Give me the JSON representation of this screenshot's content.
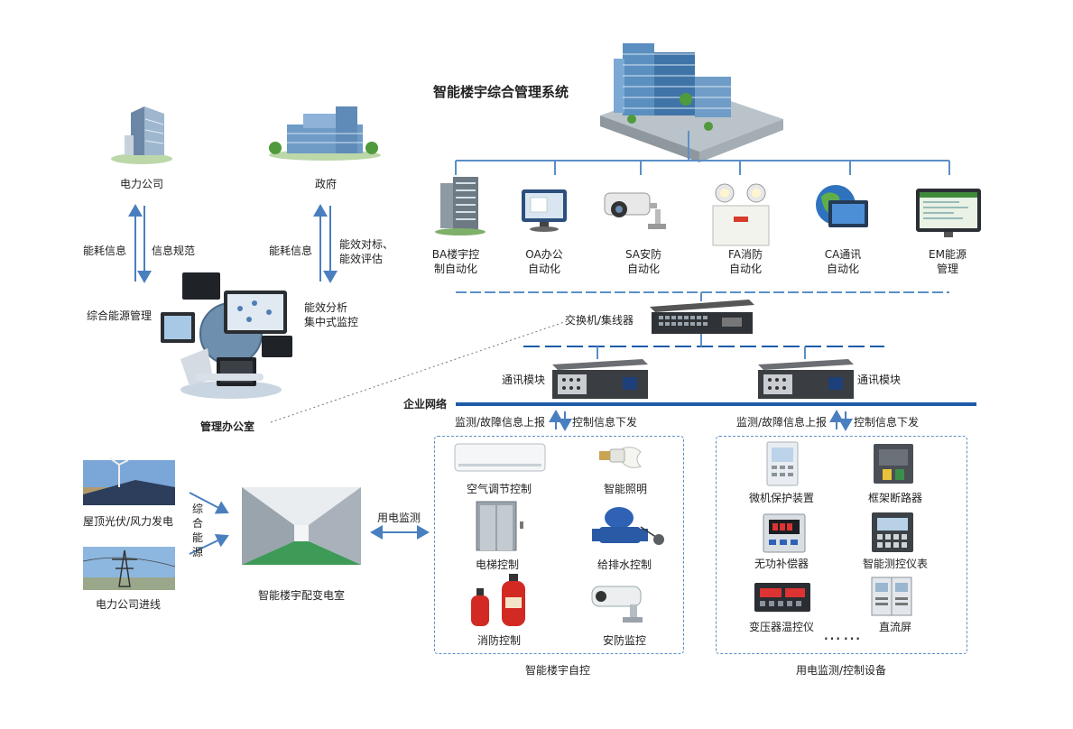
{
  "title": "智能楼宇综合管理系统",
  "top_modules": [
    {
      "icon": "ba-building-icon",
      "label": "BA楼宇控\n制自动化"
    },
    {
      "icon": "oa-monitor-icon",
      "label": "OA办公\n自动化"
    },
    {
      "icon": "sa-camera-icon",
      "label": "SA安防\n自动化"
    },
    {
      "icon": "fa-emergency-light-icon",
      "label": "FA消防\n自动化"
    },
    {
      "icon": "ca-globe-icon",
      "label": "CA通讯\n自动化"
    },
    {
      "icon": "em-screen-icon",
      "label": "EM能源\n管理"
    }
  ],
  "switch_label": "交换机/集线器",
  "comm_module_left": "通讯模块",
  "comm_module_right": "通讯模块",
  "enterprise_network": "企业网络",
  "left_uplink": "监测/故障信息上报",
  "left_downlink": "控制信息下发",
  "right_uplink": "监测/故障信息上报",
  "right_downlink": "控制信息下发",
  "automation_box": {
    "caption": "智能楼宇自控",
    "items": [
      {
        "icon": "air-conditioner-icon",
        "label": "空气调节控制"
      },
      {
        "icon": "light-bulb-icon",
        "label": "智能照明"
      },
      {
        "icon": "elevator-icon",
        "label": "电梯控制"
      },
      {
        "icon": "water-valve-icon",
        "label": "给排水控制"
      },
      {
        "icon": "fire-extinguisher-icon",
        "label": "消防控制"
      },
      {
        "icon": "security-camera-icon",
        "label": "安防监控"
      }
    ]
  },
  "power_box": {
    "caption": "用电监测/控制设备",
    "items": [
      {
        "icon": "relay-protection-icon",
        "label": "微机保护装置"
      },
      {
        "icon": "circuit-breaker-icon",
        "label": "框架断路器"
      },
      {
        "icon": "reactive-compensator-icon",
        "label": "无功补偿器"
      },
      {
        "icon": "smart-meter-icon",
        "label": "智能测控仪表"
      },
      {
        "icon": "transformer-temp-icon",
        "label": "变压器温控仪"
      },
      {
        "icon": "dc-panel-icon",
        "label": "直流屏"
      }
    ],
    "ellipsis": "……"
  },
  "power_company": "电力公司",
  "government": "政府",
  "energy_info_left": "能耗信息",
  "info_standard": "信息规范",
  "energy_info_right": "能耗信息",
  "efficiency_compare": "能效对标、\n能效评估",
  "integrated_energy": "综合能源管理",
  "efficiency_analysis": "能效分析\n集中式监控",
  "management_office": "管理办公室",
  "rooftop_pv": "屋顶光伏/风力发电",
  "grid_incoming": "电力公司进线",
  "integrated_source": "综合能源",
  "substation": "智能楼宇配变电室",
  "power_monitoring": "用电监测",
  "colors": {
    "line": "#5b8fc7",
    "bus": "#1f5aa8",
    "arrow": "#4a7fbf"
  }
}
